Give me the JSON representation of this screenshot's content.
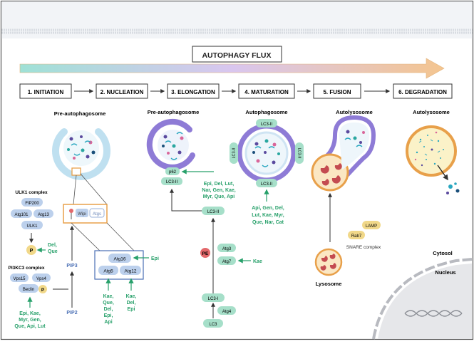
{
  "title": "AUTOPHAGY FLUX",
  "steps": [
    "1. INITIATION",
    "2. NUCLEATION",
    "3. ELONGATION",
    "4. MATURATION",
    "5. FUSION",
    "6. DEGRADATION"
  ],
  "structure_labels": {
    "pre1": "Pre-autophagosome",
    "pre2": "Pre-autophagosome",
    "auto": "Autophagosome",
    "autolys1": "Autolysosome",
    "autolys2": "Autolysosome",
    "lysosome": "Lysosome",
    "cytosol": "Cytosol",
    "nucleus": "Nucleus",
    "snare": "SNARE complex"
  },
  "ulk1": {
    "title": "ULK1 complex",
    "proteins": [
      "FIP200",
      "Atg101",
      "Atg13",
      "ULK1"
    ]
  },
  "pi3kc3": {
    "title": "PI3KC3 complex",
    "proteins": [
      "Vps15",
      "Vps4",
      "Beclin"
    ]
  },
  "phospho": [
    "P",
    "P"
  ],
  "nucleation": {
    "wipi": "Wipi",
    "atgs": "Atgs",
    "pip3": "PIP3",
    "pip2": "PIP2"
  },
  "atg_conj": {
    "atg16": "Atg16",
    "atg5": "Atg5",
    "atg12": "Atg12"
  },
  "elongation": {
    "p62": "p62",
    "lc3ii_a": "LC3-II",
    "lc3ii_b": "LC3-II"
  },
  "lc3_pathway": {
    "pe": "PE",
    "atg3": "Atg3",
    "atg7": "Atg7",
    "lc3i": "LC3-I",
    "atg4": "Atg4",
    "lc3": "LC3"
  },
  "maturation": {
    "lc3ii": [
      "LC3-II",
      "LC3-II",
      "LC3-II",
      "LC3-II"
    ]
  },
  "fusion": {
    "lamp": "LAMP",
    "rab7": "Rab7"
  },
  "compounds": {
    "ulk1": [
      "Del,",
      "Que"
    ],
    "pi3k": [
      "Epi, Kae,",
      "Myr, Gen,",
      "Que, Api, Lut"
    ],
    "atg16": [
      "Epi"
    ],
    "atg5": [
      "Kae,",
      "Que,",
      "Del,",
      "Epi,",
      "Api"
    ],
    "atg12": [
      "Kae,",
      "Del,",
      "Epi"
    ],
    "p62": [
      "Epi, Del, Lut,",
      "Nar, Gen, Kae,",
      "Myr, Que, Api"
    ],
    "mat": [
      "Api, Gen, Del,",
      "Lut, Kae, Myr,",
      "Que, Nar, Cat"
    ],
    "atg7": [
      "Kae"
    ]
  },
  "colors": {
    "green": "#27a06a",
    "blue": "#4a6fb5",
    "protein": "#bcd0ec",
    "lc3": "#a6dfc9",
    "purple": "#8e7bd6",
    "orange": "#e8a04a",
    "red": "#e3686b"
  }
}
